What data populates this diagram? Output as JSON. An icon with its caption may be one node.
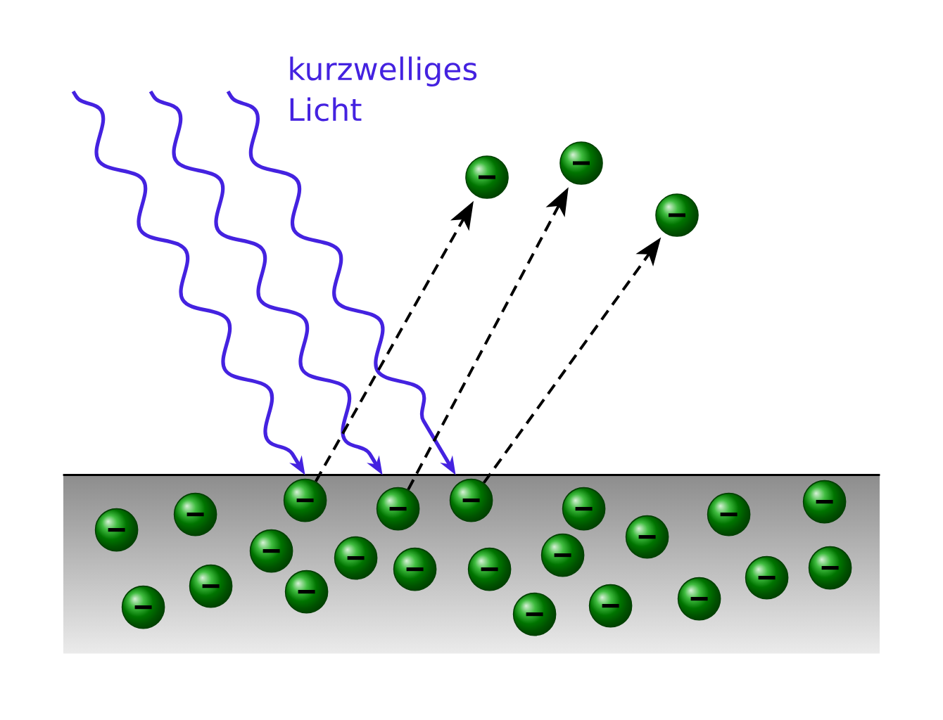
{
  "diagram": {
    "nodes": [
      {
        "text": [],
        "shape": "box"
      },
      {
        "text": [],
        "shape": "circle"
      },
      {
        "text": [],
        "shape": "circle"
      },
      {
        "text": [],
        "shape": "circle"
      },
      {
        "text": [],
        "shape": "circle",
        "in": 0
      },
      {
        "text": [],
        "shape": "circle",
        "in": 0
      },
      {
        "text": [],
        "shape": "circle",
        "in": 0
      },
      {
        "text": [],
        "shape": "circle",
        "in": 0
      },
      {
        "text": [],
        "shape": "circle",
        "in": 0
      },
      {
        "text": [],
        "shape": "circle",
        "in": 0
      },
      {
        "text": [],
        "shape": "circle",
        "in": 0
      },
      {
        "text": [],
        "shape": "circle",
        "in": 0
      },
      {
        "text": [],
        "shape": "circle",
        "in": 0
      },
      {
        "text": [],
        "shape": "circle",
        "in": 0
      },
      {
        "text": [],
        "shape": "circle",
        "in": 0
      },
      {
        "text": [],
        "shape": "circle",
        "in": 0
      },
      {
        "text": [],
        "shape": "circle",
        "in": 0
      },
      {
        "text": [],
        "shape": "circle",
        "in": 0
      },
      {
        "text": [],
        "shape": "circle",
        "in": 0
      },
      {
        "text": [],
        "shape": "circle",
        "in": 0
      },
      {
        "text": [],
        "shape": "circle",
        "in": 0
      },
      {
        "text": [],
        "shape": "circle",
        "in": 0
      },
      {
        "text": [],
        "shape": "circle",
        "in": 0
      },
      {
        "text": [],
        "shape": "circle",
        "in": 0
      },
      {
        "text": [],
        "shape": "circle",
        "in": 0
      },
      {
        "text": [],
        "shape": "circle",
        "in": 0
      }
    ],
    "edges": [
      {
        "from": null,
        "to": 0,
        "arrow": "to",
        "color": "#4422e0"
      },
      {
        "from": null,
        "to": 0,
        "arrow": "to",
        "color": "#4422e0"
      },
      {
        "from": null,
        "to": 0,
        "arrow": "to",
        "color": "#4422e0"
      },
      {
        "from": 9,
        "to": 1,
        "arrow": "to",
        "style": "dashed",
        "color": "#000000"
      },
      {
        "from": 12,
        "to": 2,
        "arrow": "to",
        "style": "dashed",
        "color": "#000000"
      },
      {
        "from": 14,
        "to": 3,
        "arrow": "to",
        "style": "dashed",
        "color": "#000000"
      }
    ],
    "labels": [
      "kurzwelliges Licht"
    ]
  }
}
